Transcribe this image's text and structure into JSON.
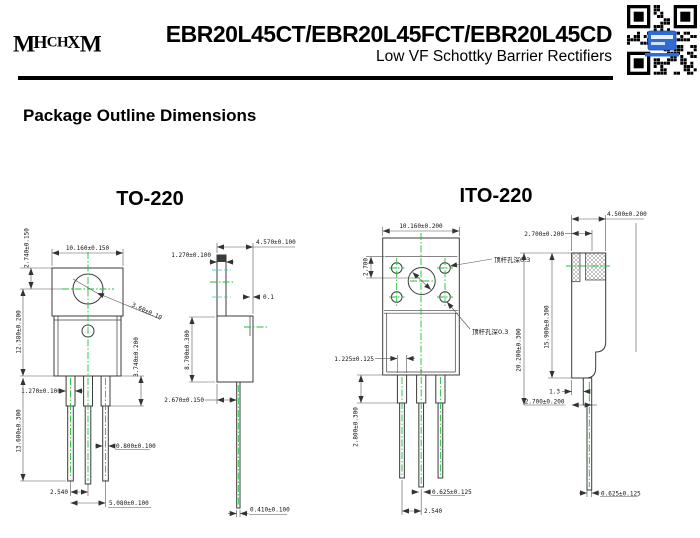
{
  "header": {
    "logo_letters": [
      "M",
      "H",
      "C",
      "H",
      "X",
      "M"
    ],
    "title": "EBR20L45CT/EBR20L45FCT/EBR20L45CD",
    "subtitle": "Low VF Schottky Barrier Rectifiers"
  },
  "section_heading": "Package Outline Dimensions",
  "to220": {
    "title": "TO-220",
    "front": {
      "top_width": "10.160±0.150",
      "hole_to_top": "2.740±0.150",
      "hole_to_body_bottom": "12.380±0.200",
      "hole_diameter": "3.60±0.10",
      "shoulder_height": "3.740±0.200",
      "shoulder_width": "1.270±0.100",
      "lead_length": "13.600±0.300",
      "lead_width": "0.800±0.100",
      "lead_pitch": "2.540",
      "lead_span": "5.080±0.100"
    },
    "side": {
      "tab_thickness": "1.270±0.100",
      "overall_depth": "4.570±0.100",
      "step": "0.1",
      "body_height": "8.700±0.300",
      "lead_setback": "2.670±0.150",
      "lead_thickness": "0.410±0.100"
    }
  },
  "ito220": {
    "title": "ITO-220",
    "front": {
      "top_width": "10.160±0.200",
      "hole_to_top": "2.700",
      "ejector_note_top": "顶杆孔深0.3",
      "ejector_note_bottom": "顶杆孔深0.3",
      "shoulder_width": "1.225±0.125",
      "shoulder_height": "2.800±0.300",
      "lead_width": "0.625±0.125",
      "lead_pitch": "2.540"
    },
    "side": {
      "tab_setback": "2.700±0.200",
      "overall_depth": "4.500±0.200",
      "overall_height": "20.200±0.300",
      "body_height": "15.900±0.300",
      "step": "1.3",
      "lead_setback": "2.700±0.200",
      "lead_thickness": "0.625±0.125"
    }
  }
}
